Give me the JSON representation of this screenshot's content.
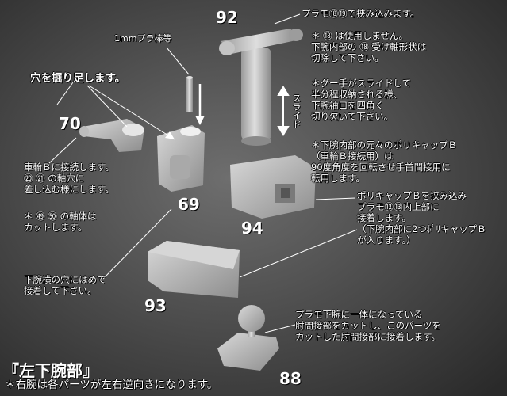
{
  "part_numbers": {
    "p92": "92",
    "p70": "70",
    "p69": "69",
    "p94": "94",
    "p93": "93",
    "p88": "88"
  },
  "labels": {
    "rod": "1mmプラ棒等",
    "dig_hole": "穴を掘り足します。",
    "p92_note1": "プラモ⑱⑲で挟み込みます。",
    "p92_note2": "＊ ⑱ は使用しません。\n下腕内部の ⑱ 受け軸形状は\n切除して下さい。",
    "slide": "スライド",
    "grip_note": "＊グー手がスライドして\n半分程収納される様、\n下腕袖口を四角く\n切り欠いて下さい。",
    "polycap_note": "＊下腕内部の元々のポリキャップＢ\n（車輪Ｂ接続用）は\n90度角度を回転させ手首間接用に\n転用します。",
    "p94_note": "ポリキャップＢを挟み込み\nプラモ⑫⑬内上部に\n接着します。\n（下腕内部に2つﾎﾟﾘキャップＢ\nが入ります。）",
    "p70_note": "車輪Ｂに接続します。\n⑳ ㉑ の軸穴に\n差し込む様にします。",
    "p70_note2": "＊ ㊾ ㊿ の軸体は\nカットします。",
    "p93_note": "下腕横の穴にはめて\n接着して下さい。",
    "p88_note": "プラモ下腕に一体になっている\n肘間接部をカットし、このパーツを\nカットした肘間接部に接着します。",
    "title": "『左下腕部』",
    "footer": "＊右腕は各パーツが左右逆向きになります。"
  }
}
